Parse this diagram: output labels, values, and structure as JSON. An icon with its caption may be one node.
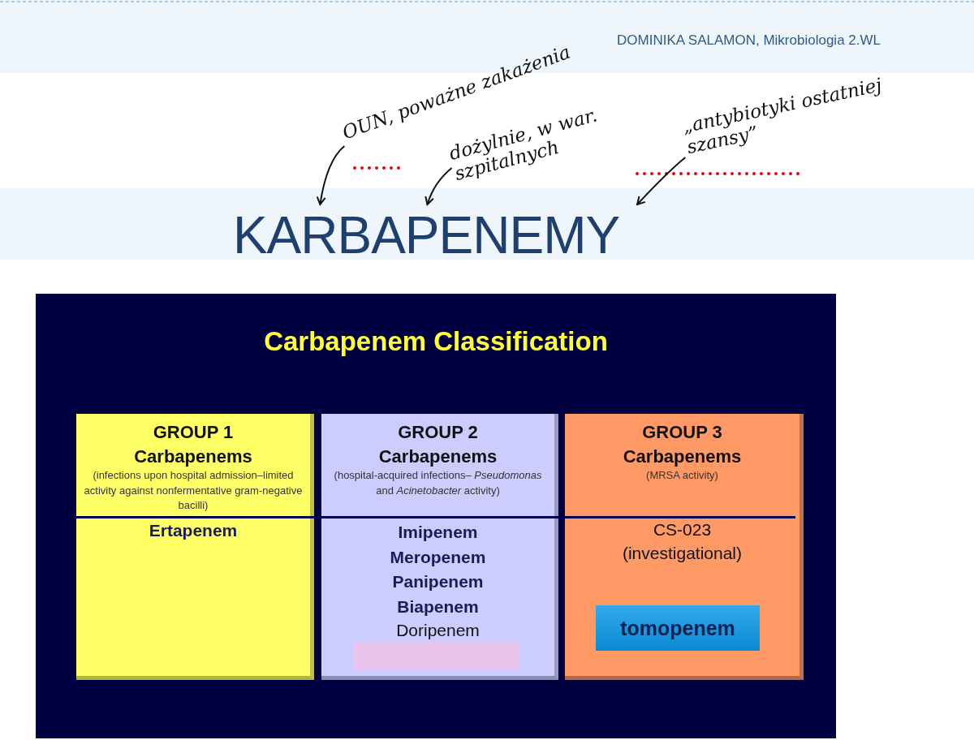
{
  "diagram": {
    "nodes": [
      {
        "text": [
          "KARBAPENEMY"
        ]
      },
      {
        "text": [
          "OUN, poważne zakażenia"
        ]
      },
      {
        "text": [
          "dożylnie, w war. szpitalnych"
        ]
      },
      {
        "text": [
          "„antybiotyki ostatniej szansy”"
        ]
      },
      {
        "text": [
          "Carbapenem Classification"
        ]
      },
      {
        "text": [
          "GROUP 1",
          "Carbapenems",
          "(infections upon hospital admission–limited activity against nonfermentative gram-negative bacilli)",
          "Ertapenem"
        ],
        "in": 4
      },
      {
        "text": [
          "GROUP 2",
          "Carbapenems",
          "(hospital-acquired infections– *Pseudomonas* and *Acinetobacter* activity)",
          "Imipenem",
          "Meropenem",
          "Panipenem",
          "Biapenem",
          "Doripenem"
        ],
        "in": 4
      },
      {
        "text": [],
        "shape": "box",
        "in": 6
      },
      {
        "text": [
          "GROUP 3",
          "Carbapenems",
          "(MRSA activity)",
          "CS-023 (investigational)"
        ],
        "in": 4
      },
      {
        "text": [
          "tomopenem"
        ],
        "in": 8
      }
    ],
    "edges": [
      {
        "from": 1,
        "to": 0,
        "arrow": "to"
      },
      {
        "from": 2,
        "to": 0,
        "arrow": "to"
      },
      {
        "from": 3,
        "to": 0,
        "arrow": "to"
      }
    ],
    "labels": [
      "DOMINIKA SALAMON, Mikrobiologia 2.WL"
    ]
  }
}
